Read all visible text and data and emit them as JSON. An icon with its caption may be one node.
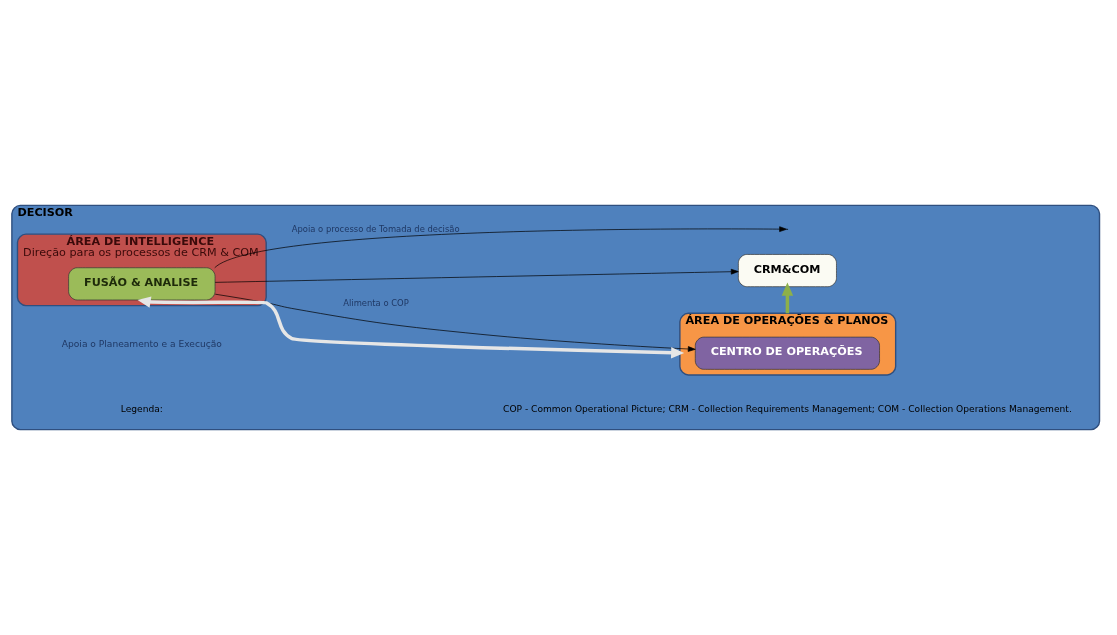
{
  "diagram": {
    "nodes": [
      {
        "text": [
          "DECISOR"
        ]
      },
      {
        "text": [
          "ÁREA DE INTELLIGENCE",
          "Direção para os processos de CRM & COM"
        ],
        "in": 0
      },
      {
        "text": [
          "FUSÃO & ANALISE"
        ],
        "in": 1
      },
      {
        "text": [
          "ÁREA DE OPERAÇÕES & PLANOS"
        ],
        "in": 0
      },
      {
        "text": [
          "CENTRO DE OPERAÇÕES"
        ],
        "in": 3
      },
      {
        "text": [
          "CRM&COM"
        ],
        "in": 0
      }
    ],
    "edges": [
      {
        "from": 2,
        "to": null,
        "arrow": "to",
        "label": "Apoia o processo de Tomada de decisão"
      },
      {
        "from": 2,
        "to": 4,
        "arrow": "to",
        "label": "Alimenta o COP"
      },
      {
        "from": 2,
        "to": 5,
        "arrow": "to"
      },
      {
        "from": 2,
        "to": 3,
        "arrow": "both",
        "style": "thick",
        "color": "#e6e6e6"
      },
      {
        "from": 3,
        "to": 5,
        "arrow": "to",
        "style": "thick",
        "color": "#8db04a"
      }
    ],
    "labels": [
      "Apoia o Planeamento e a Execução",
      "Legenda:",
      "COP - Common Operational Picture; CRM - Collection Requirements Management; COM - Collection Operations Management."
    ]
  }
}
